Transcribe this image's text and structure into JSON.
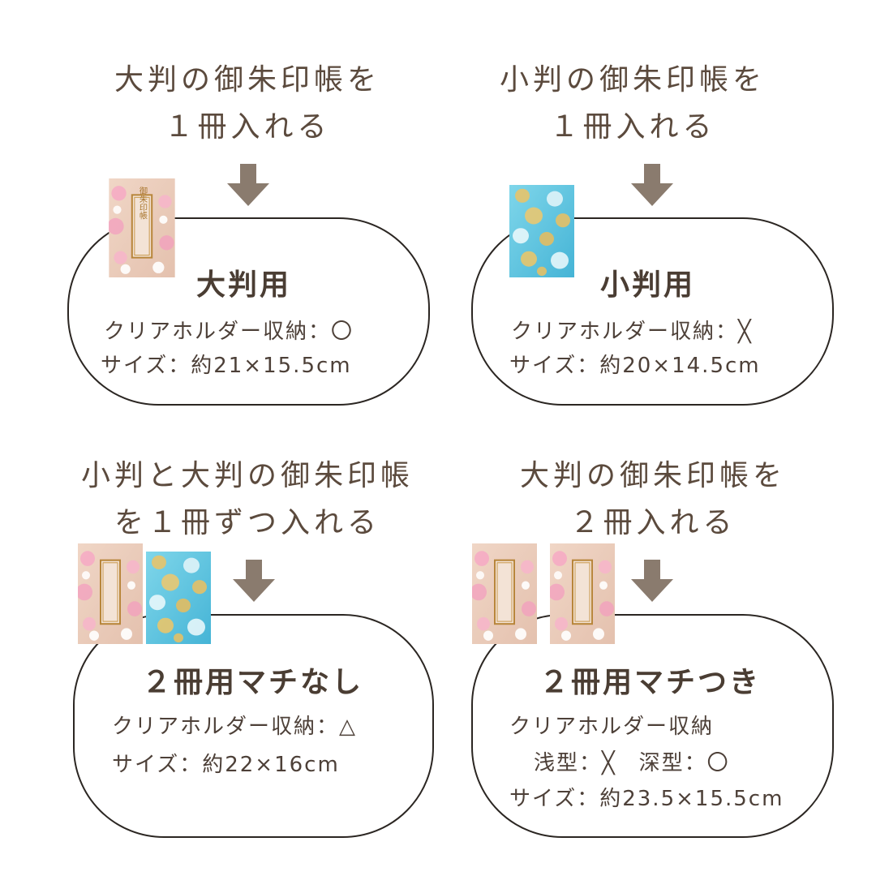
{
  "panels": [
    {
      "heading_line1": "大判の御朱印帳を",
      "heading_line2": "１冊入れる",
      "title": "大判用",
      "holder": "クリアホルダー収納：〇",
      "size": "サイズ：約21×15.5cm"
    },
    {
      "heading_line1": "小判の御朱印帳を",
      "heading_line2": "１冊入れる",
      "title": "小判用",
      "holder": "クリアホルダー収納：╳",
      "size": "サイズ：約20×14.5cm"
    },
    {
      "heading_line1": "小判と大判の御朱印帳",
      "heading_line2": "を１冊ずつ入れる",
      "title": "２冊用マチなし",
      "holder": "クリアホルダー収納：△",
      "size": "サイズ：約22×16cm"
    },
    {
      "heading_line1": "大判の御朱印帳を",
      "heading_line2": "２冊入れる",
      "title": "２冊用マチつき",
      "holder": "クリアホルダー収納",
      "depth": "浅型：╳　深型：〇",
      "size": "サイズ：約23.5×15.5cm"
    }
  ],
  "book_label": "御朱印帳",
  "colors": {
    "text": "#5b4a3d",
    "arrow": "#8a7b6e",
    "border": "#2b2622",
    "pink_cover": "#e9c9b8",
    "blue_cover": "#5fc4e0"
  }
}
